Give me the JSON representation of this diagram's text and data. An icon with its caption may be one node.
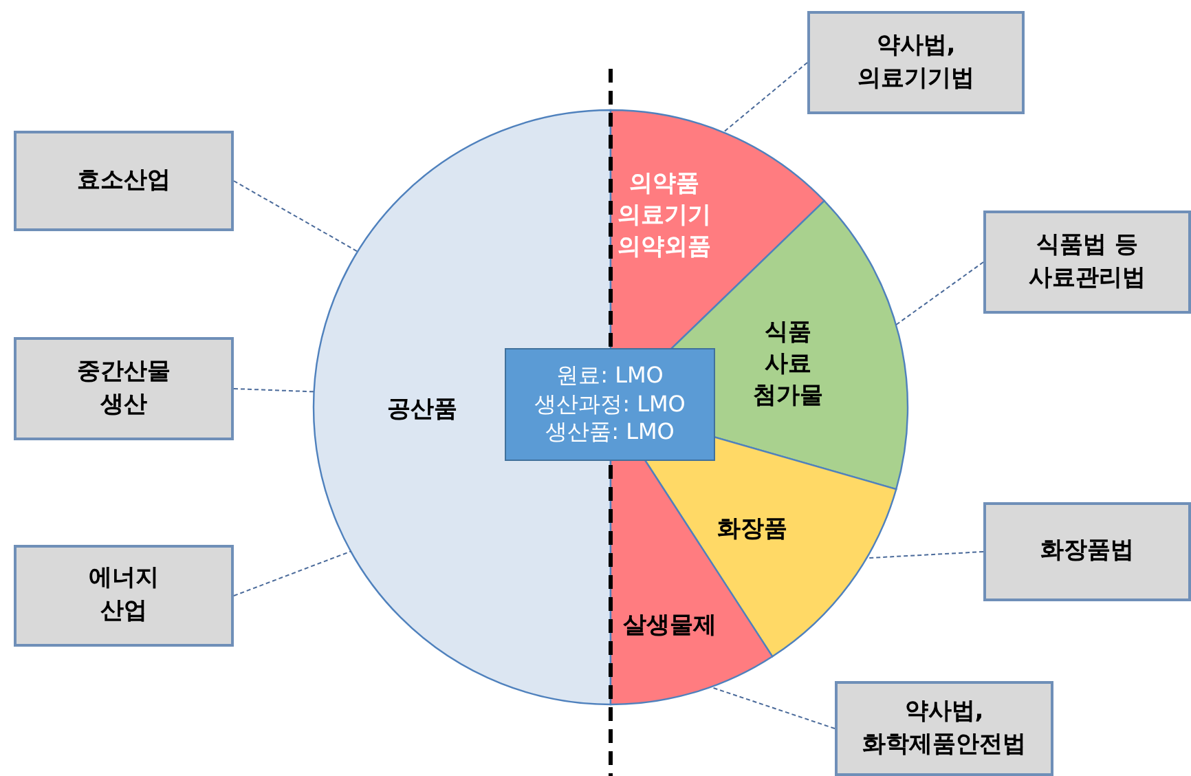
{
  "diagram": {
    "nodes": [
      {
        "text": [
          "공산품"
        ]
      },
      {
        "text": [
          "의약품 의료기기 의약외품"
        ]
      },
      {
        "text": [
          "식품 사료 첨가물"
        ]
      },
      {
        "text": [
          "화장품"
        ]
      },
      {
        "text": [
          "살생물제"
        ]
      },
      {
        "text": [
          "원료: LMO",
          "생산과정: LMO",
          "생산품: LMO"
        ]
      },
      {
        "text": [
          "효소산업"
        ]
      },
      {
        "text": [
          "중간산물 생산"
        ]
      },
      {
        "text": [
          "에너지 산업"
        ]
      },
      {
        "text": [
          "약사법, 의료기기법"
        ]
      },
      {
        "text": [
          "식품법 등 사료관리법"
        ]
      },
      {
        "text": [
          "화장품법"
        ]
      },
      {
        "text": [
          "약사법, 화학제품안전법"
        ]
      }
    ],
    "edges": [
      {
        "from": 6,
        "to": 0,
        "arrow": "none",
        "style": "dashed"
      },
      {
        "from": 7,
        "to": 0,
        "arrow": "none",
        "style": "dashed"
      },
      {
        "from": 8,
        "to": 0,
        "arrow": "none",
        "style": "dashed"
      },
      {
        "from": 9,
        "to": 1,
        "arrow": "none",
        "style": "dashed"
      },
      {
        "from": 10,
        "to": 2,
        "arrow": "none",
        "style": "dashed"
      },
      {
        "from": 11,
        "to": 3,
        "arrow": "none",
        "style": "dashed"
      },
      {
        "from": 12,
        "to": 4,
        "arrow": "none",
        "style": "dashed"
      }
    ]
  }
}
